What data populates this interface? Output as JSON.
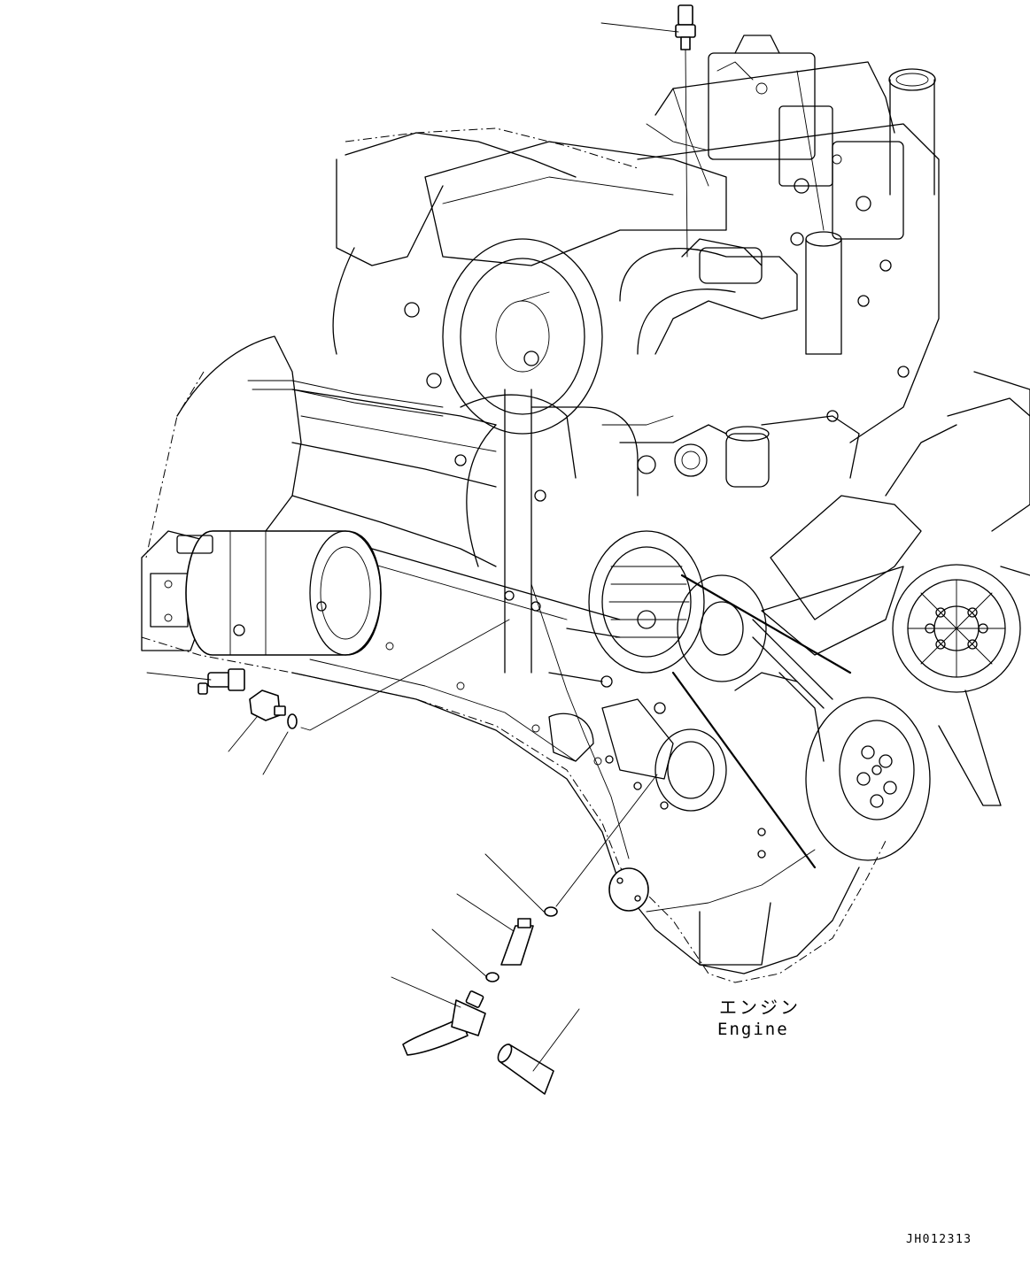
{
  "labels": {
    "engine_jp": "エンジン",
    "engine_en": "Engine",
    "figure_id": "JH012313"
  },
  "parts": [
    {
      "name": "top-sensor"
    },
    {
      "name": "left-adapter"
    },
    {
      "name": "left-connector"
    },
    {
      "name": "left-o-ring"
    },
    {
      "name": "lower-o-ring"
    },
    {
      "name": "lower-sleeve"
    },
    {
      "name": "lower-washer"
    },
    {
      "name": "lower-elbow-fitting"
    },
    {
      "name": "lower-hose-end"
    }
  ]
}
